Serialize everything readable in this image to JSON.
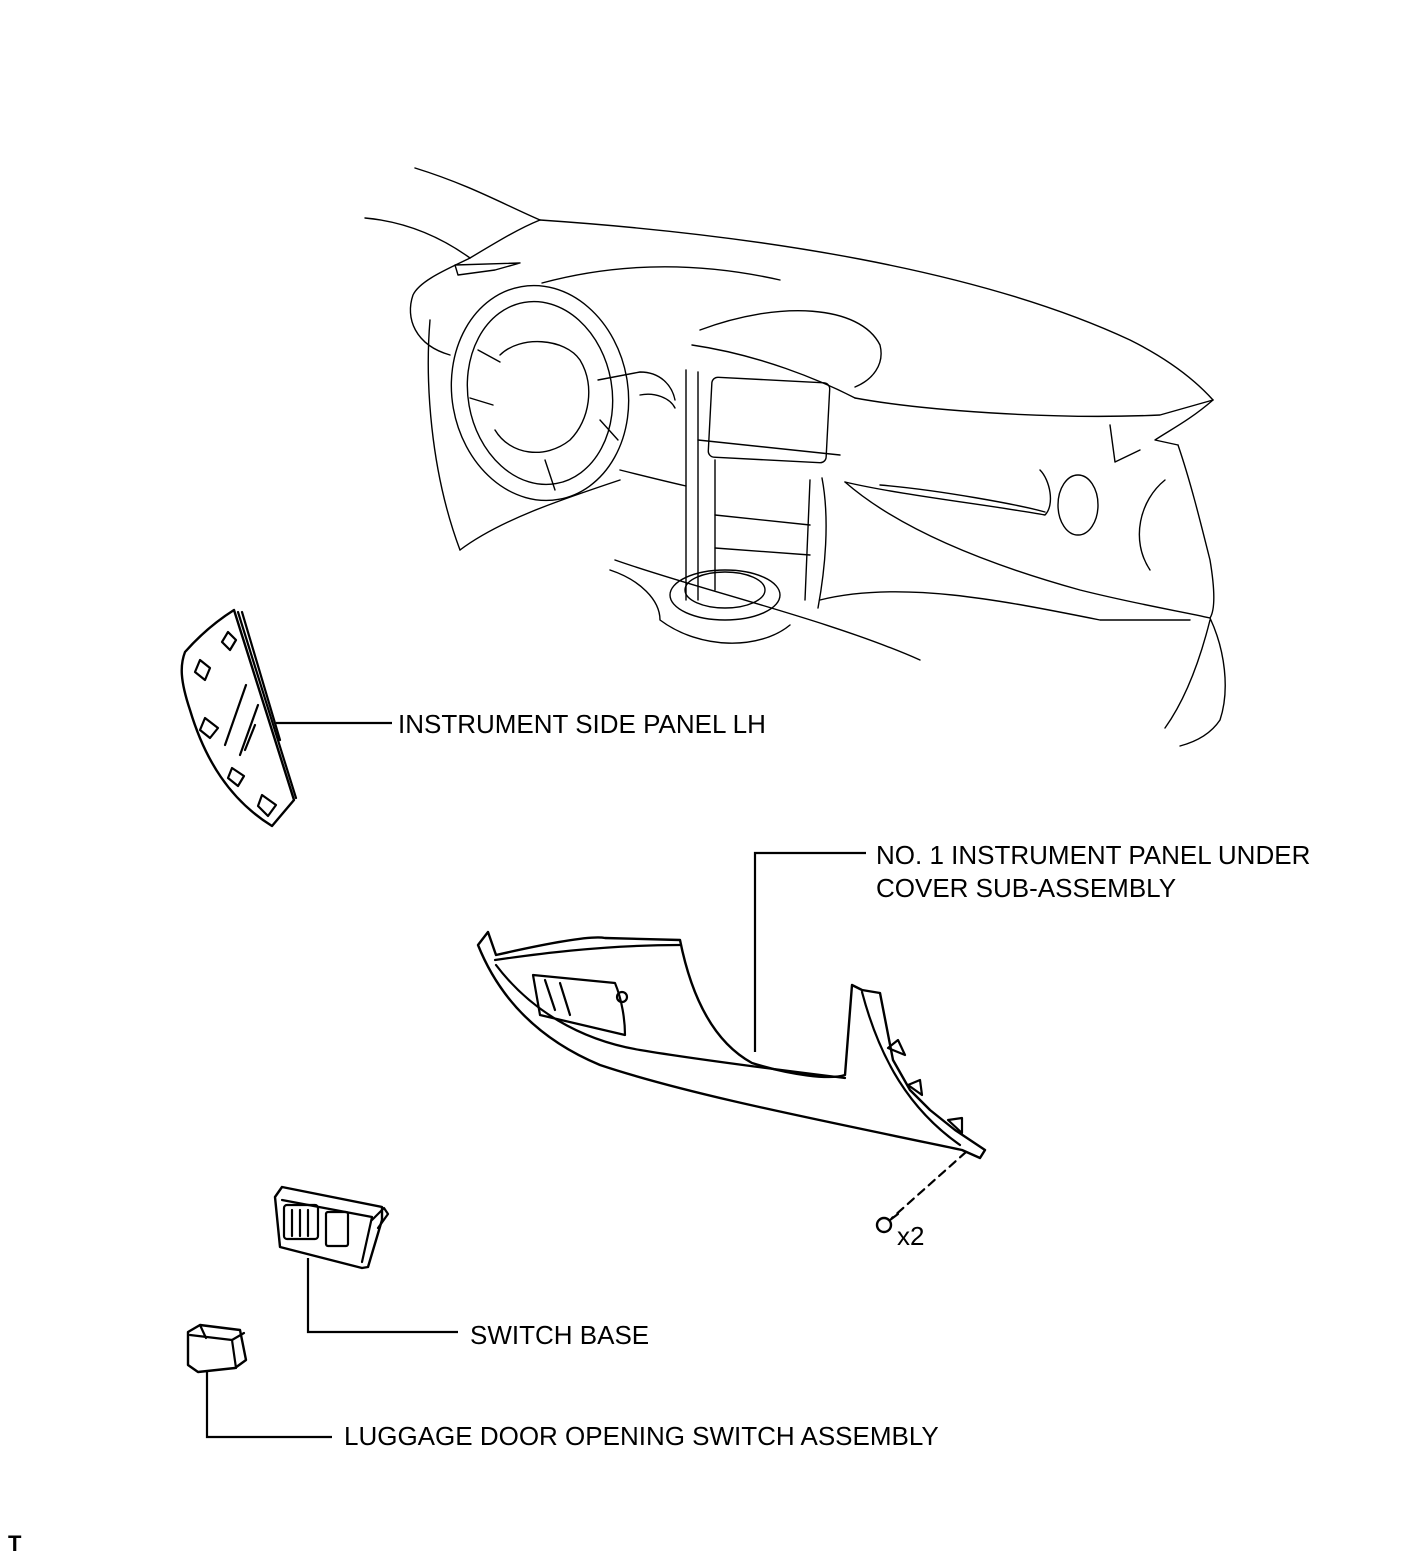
{
  "labels": {
    "side_panel": "INSTRUMENT SIDE PANEL LH",
    "under_cover_line1": "NO. 1 INSTRUMENT PANEL UNDER",
    "under_cover_line2": "COVER SUB-ASSEMBLY",
    "switch_base": "SWITCH BASE",
    "luggage_switch": "LUGGAGE DOOR OPENING SWITCH ASSEMBLY",
    "screw_qty": "x2",
    "corner_code": "T"
  }
}
